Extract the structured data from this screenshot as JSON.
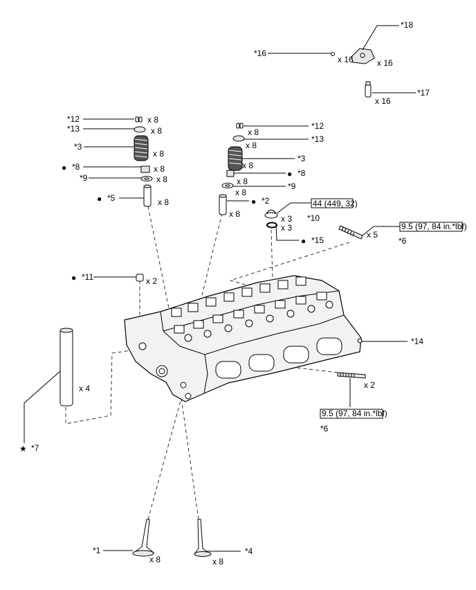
{
  "callouts": {
    "c1": "*1",
    "c2": "*2",
    "c3a": "*3",
    "c3b": "*3",
    "c4": "*4",
    "c5": "*5",
    "c6a": "*6",
    "c6b": "*6",
    "c7": "*7",
    "c8a": "*8",
    "c8b": "*8",
    "c9a": "*9",
    "c9b": "*9",
    "c10": "*10",
    "c11": "*11",
    "c12a": "*12",
    "c12b": "*12",
    "c13a": "*13",
    "c13b": "*13",
    "c14": "*14",
    "c15": "*15",
    "c16": "*16",
    "c17": "*17",
    "c18": "*18"
  },
  "quantities": {
    "q16a": "x 16",
    "q16b": "x 16",
    "q16c": "x 16",
    "q12a": "x 8",
    "q13a": "x 8",
    "q3a": "x 8",
    "q8a": "x 8",
    "q9a": "x 8",
    "q5": "x 8",
    "q12b": "x 8",
    "q13b": "x 8",
    "q3b": "x 8",
    "q8b": "x 8",
    "q9b": "x 8",
    "q2": "x 8",
    "q10a": "x 3",
    "q10b": "x 3",
    "q6a": "x 5",
    "q6b": "x 2",
    "q11": "x 2",
    "q7": "x 4",
    "q1": "x 8",
    "q4": "x 8"
  },
  "torque": {
    "t10": "44 (449, 32)",
    "t6a": "9.5 (97, 84 in.*lbf)",
    "t6b": "9.5 (97, 84 in.*lbf)"
  },
  "symbols": {
    "dot": "●",
    "star": "★"
  }
}
